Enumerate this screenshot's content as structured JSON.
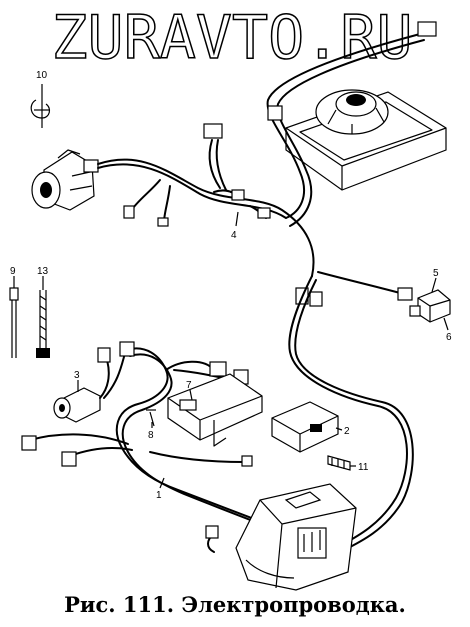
{
  "watermark": {
    "text": "ZURAVTO.RU"
  },
  "caption": {
    "text": "Рис. 111. Электропроводка."
  },
  "callouts": [
    {
      "id": "c10",
      "label": "10"
    },
    {
      "id": "c9",
      "label": "9"
    },
    {
      "id": "c13",
      "label": "13"
    },
    {
      "id": "c4",
      "label": "4"
    },
    {
      "id": "c5",
      "label": "5"
    },
    {
      "id": "c6",
      "label": "6"
    },
    {
      "id": "c3",
      "label": "3"
    },
    {
      "id": "c7",
      "label": "7"
    },
    {
      "id": "c8",
      "label": "8"
    },
    {
      "id": "c2",
      "label": "2"
    },
    {
      "id": "c11",
      "label": "11"
    },
    {
      "id": "c1",
      "label": "1"
    }
  ]
}
